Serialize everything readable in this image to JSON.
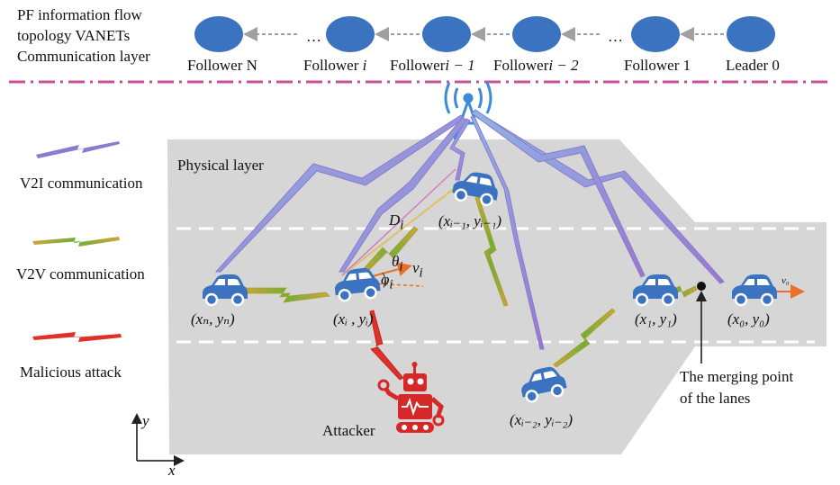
{
  "topology": {
    "title_lines": [
      "PF information flow",
      "topology VANETs",
      "Communication layer"
    ],
    "nodes": [
      {
        "label": "Follower N"
      },
      {
        "label": "Follower",
        "sub": "i"
      },
      {
        "label": "Follower",
        "sub": "i − 1"
      },
      {
        "label": "Follower",
        "sub": "i − 2"
      },
      {
        "label": "Follower 1"
      },
      {
        "label": "Leader 0"
      }
    ],
    "ellipsis": "…",
    "node_color": "#3b73c0",
    "arrow_color": "#a0a0a0",
    "divider_color": "#c8509a"
  },
  "legend": {
    "v2i": "V2I communication",
    "v2v": "V2V communication",
    "attack": "Malicious attack"
  },
  "physical": {
    "title": "Physical layer",
    "road_color": "#d6d6d6",
    "car_color": "#3b73c0",
    "merge_note_lines": [
      "The merging point",
      "of the lanes"
    ],
    "attacker_label": "Attacker",
    "attacker_color": "#d62828",
    "positions": {
      "xN": "(xₙ, yₙ)",
      "xi": "(xᵢ , yᵢ)",
      "xi1": "(xᵢ₋₁, yᵢ₋₁)",
      "xi2": "(xᵢ₋₂, yᵢ₋₂)",
      "x1": "(x₁, y₁)",
      "x0": "(x₀, y₀)"
    },
    "symbols": {
      "D": "D",
      "D_sub": "i",
      "theta": "θ",
      "theta_sub": "i",
      "phi": "φ",
      "phi_sub": "i",
      "v": "v",
      "v_sub": "i",
      "v0": "v₀"
    },
    "axis": {
      "x": "x",
      "y": "y"
    }
  }
}
